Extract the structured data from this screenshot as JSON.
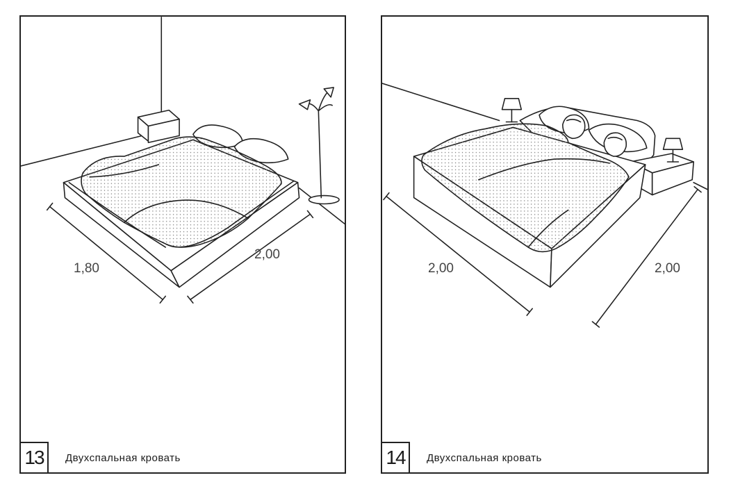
{
  "figures": [
    {
      "number": "13",
      "caption": "Двухспальная кровать",
      "dimensions": {
        "width": "1,80",
        "length": "2,00"
      }
    },
    {
      "number": "14",
      "caption": "Двухспальная кровать",
      "dimensions": {
        "width": "2,00",
        "length": "2,00"
      }
    }
  ],
  "colors": {
    "line": "#222222",
    "fill": "#ffffff",
    "dot": "#777777"
  }
}
